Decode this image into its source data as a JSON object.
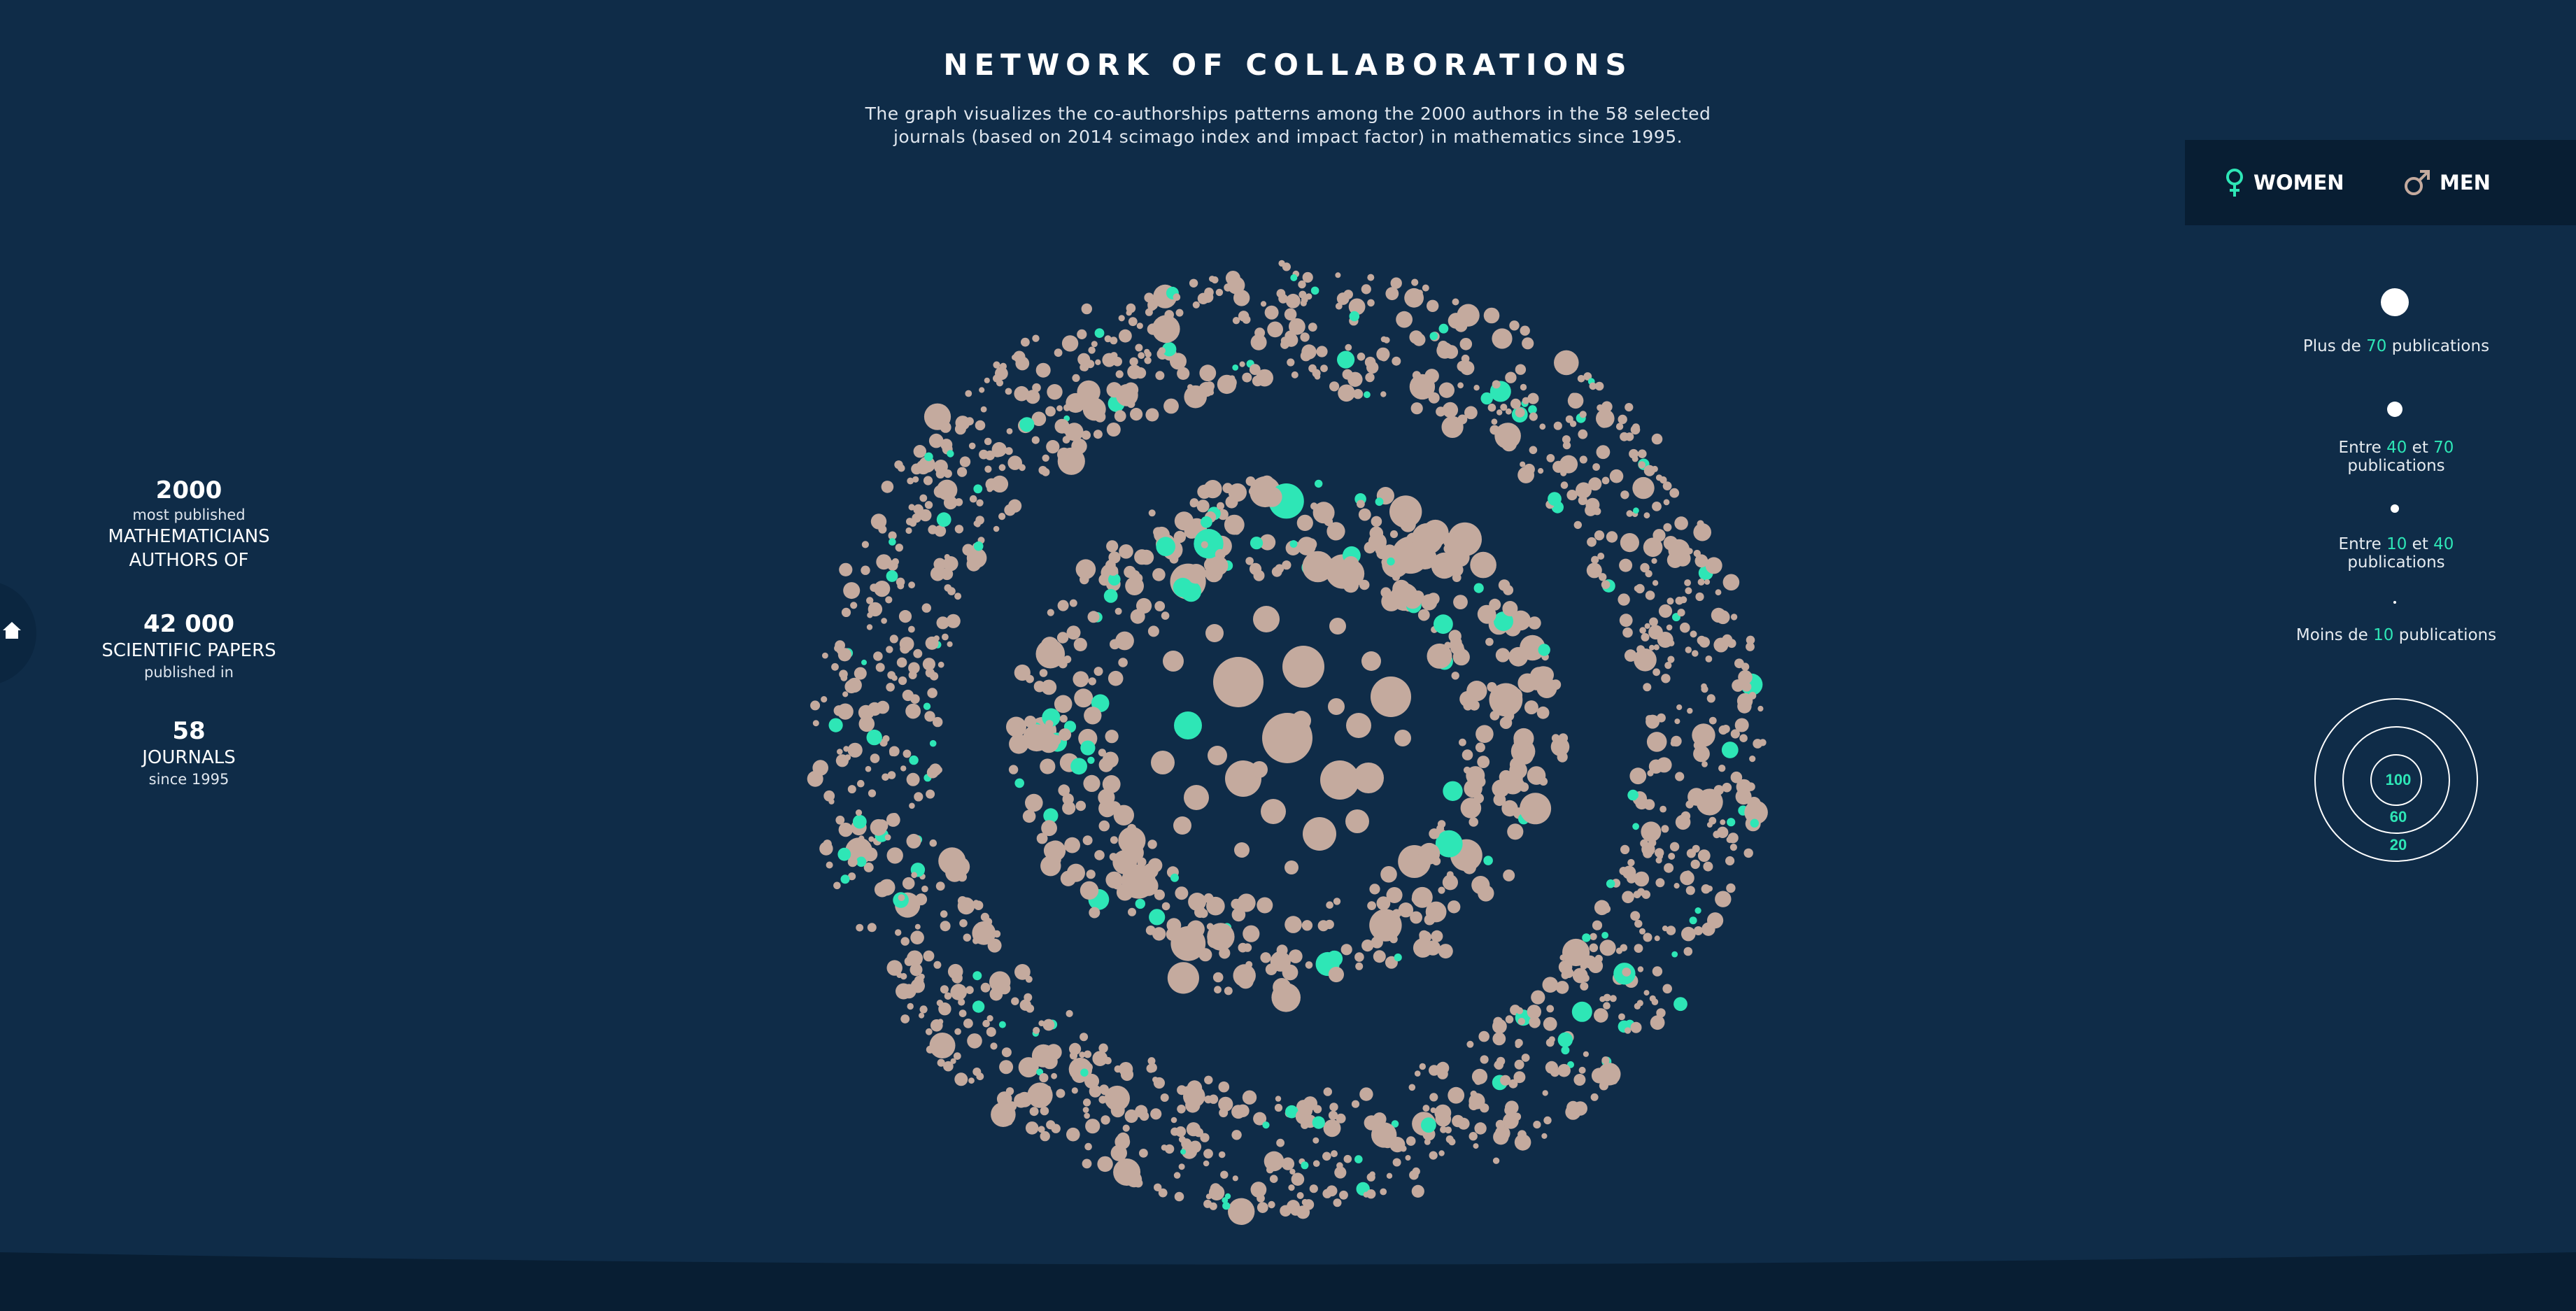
{
  "header": {
    "title": "NETWORK OF COLLABORATIONS",
    "subtitle_line1": "The graph visualizes the co-authorships patterns among the 2000 authors in the 58 selected",
    "subtitle_line2": "journals (based on 2014 scimago index and impact factor) in mathematics since 1995."
  },
  "gender_legend": {
    "women_label": "WOMEN",
    "men_label": "MEN",
    "women_icon": "female-symbol-icon",
    "men_icon": "male-symbol-icon"
  },
  "stats": {
    "authors_count": "2000",
    "authors_line1": "most published",
    "authors_line2": "MATHEMATICIANS",
    "authors_line3": "AUTHORS OF",
    "papers_count": "42 000",
    "papers_line1": "SCIENTIFIC PAPERS",
    "papers_line2": "published in",
    "journals_count": "58",
    "journals_line1": "JOURNALS",
    "journals_line2": "since 1995"
  },
  "size_legend": [
    {
      "pre": "Plus de ",
      "n1": "70",
      "mid": "",
      "n2": "",
      "post": " publications"
    },
    {
      "pre": "Entre ",
      "n1": "40",
      "mid": " et ",
      "n2": "70",
      "post": " publications"
    },
    {
      "pre": "Entre ",
      "n1": "10",
      "mid": " et ",
      "n2": "40",
      "post": " publications"
    },
    {
      "pre": "Moins de ",
      "n1": "10",
      "mid": "",
      "n2": "",
      "post": " publications"
    }
  ],
  "rings_legend": {
    "inner": "100",
    "middle": "60",
    "outer": "20"
  },
  "colors": {
    "background": "#0f2c48",
    "women": "#2ee6b6",
    "men": "#c4aa9e",
    "panel": "#081e33"
  },
  "nav": {
    "home_icon": "home-icon"
  }
}
